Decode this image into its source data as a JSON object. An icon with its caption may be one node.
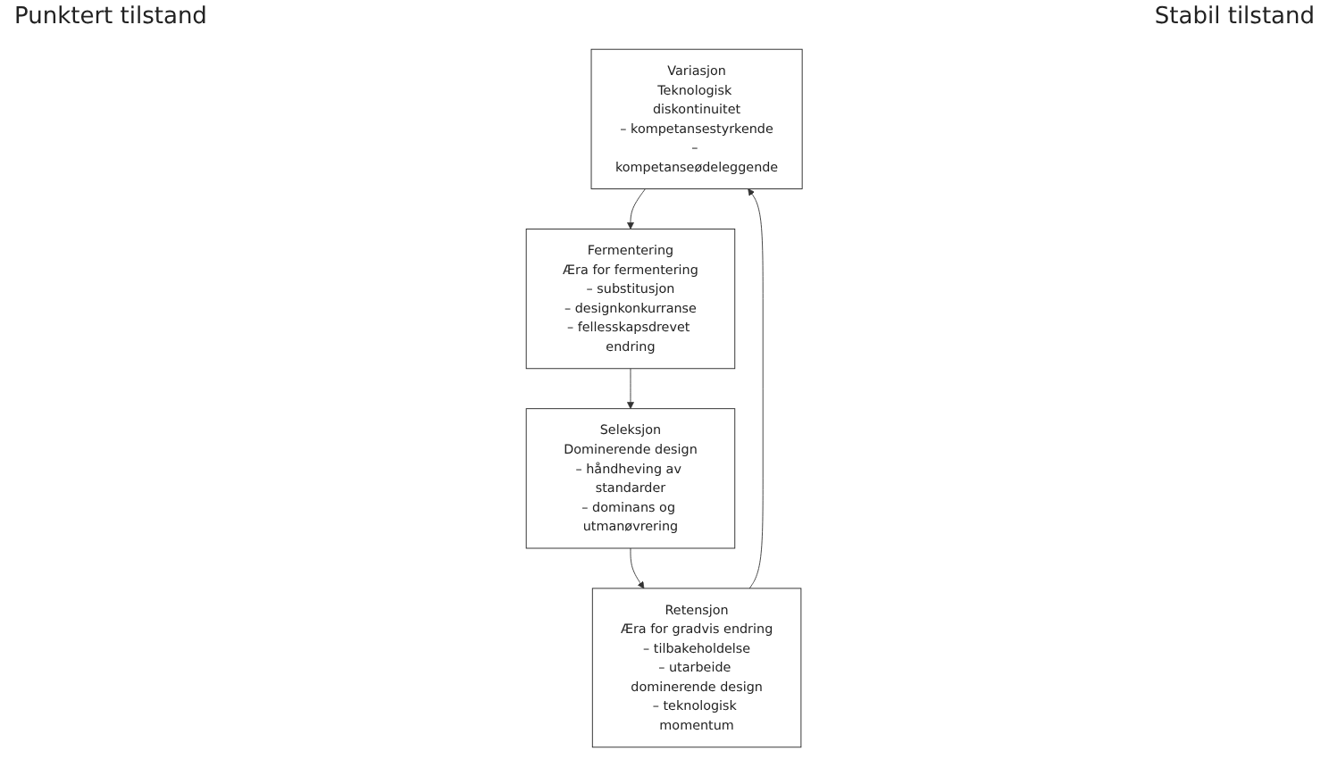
{
  "diagram": {
    "nodes": [
      {
        "text": [
          "Variasjon",
          "Teknologisk diskontinuitet",
          "– kompetansestyrkende",
          "– kompetanseødeleggende"
        ]
      },
      {
        "text": [
          "Retensjon",
          "Æra for gradvis endring",
          "– tilbakeholdelse",
          "– utarbeide dominerende design",
          "– teknologisk momentum"
        ]
      },
      {
        "text": [
          "Fermentering",
          "Æra for fermentering",
          "– substitusjon",
          "– designkonkurranse",
          "– fellesskapsdrevet endring"
        ]
      },
      {
        "text": [
          "Seleksjon",
          "Dominerende design",
          "– håndheving av standarder",
          "– dominans og utmanøvrering"
        ]
      }
    ],
    "edges": [
      {
        "from": 0,
        "to": 2,
        "arrow": "to"
      },
      {
        "from": 2,
        "to": 3,
        "arrow": "to"
      },
      {
        "from": 3,
        "to": 1,
        "arrow": "to"
      },
      {
        "from": 1,
        "to": 0,
        "arrow": "to"
      }
    ],
    "labels": [
      "Punktert tilstand",
      "Stabil tilstand"
    ]
  }
}
